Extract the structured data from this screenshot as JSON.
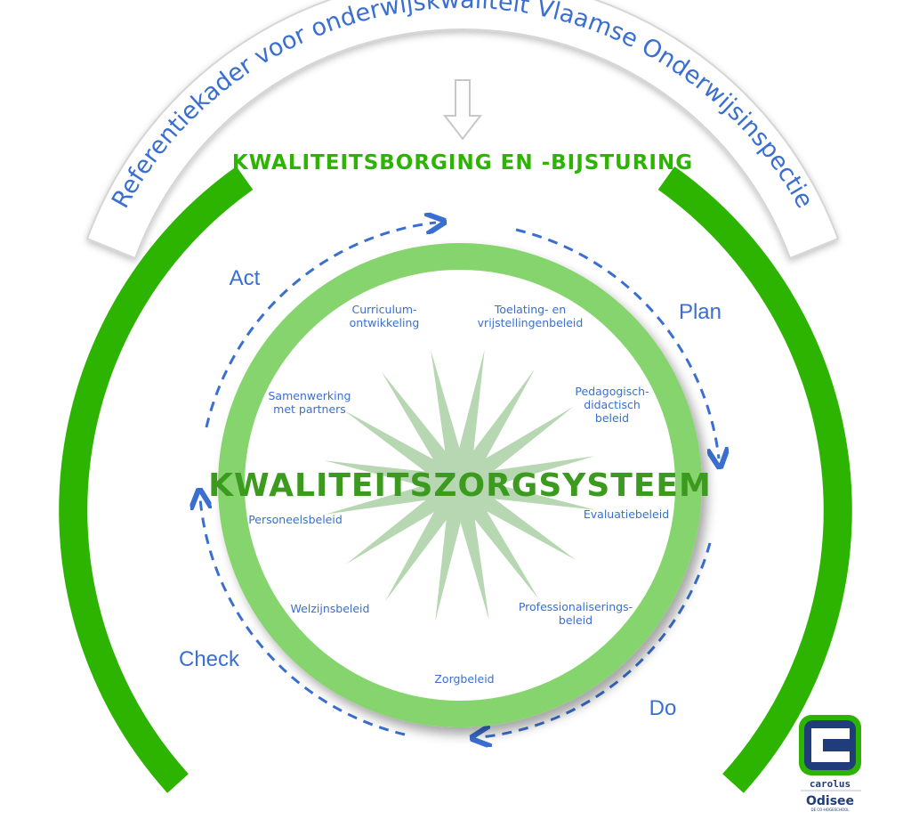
{
  "arch_text": "Referentiekader voor onderwijskwaliteit Vlaamse Onderwijsinspectie",
  "banner_title": "KWALITEITSBORGING EN -BIJSTURING",
  "center_title": "KWALITEITSZORGSYSTEEM",
  "cycle": {
    "act": "Act",
    "plan": "Plan",
    "do": "Do",
    "check": "Check"
  },
  "domains": [
    [
      "Curriculum-",
      "ontwikkeling"
    ],
    [
      "Toelating- en",
      "vrijstellingenbeleid"
    ],
    [
      "Pedagogisch-",
      "didactisch",
      "beleid"
    ],
    [
      "Evaluatiebeleid"
    ],
    [
      "Professionaliserings-",
      "beleid"
    ],
    [
      "Zorgbeleid"
    ],
    [
      "Welzijnsbeleid"
    ],
    [
      "Personeelsbeleid"
    ],
    [
      "Samenwerking",
      "met partners"
    ]
  ],
  "logo": {
    "brand": "carolus",
    "partner": "Odisee",
    "partner_sub": "DE CO-HOGESCHOOL"
  },
  "colors": {
    "dark_green": "#2db400",
    "light_green": "#86d46e",
    "star": "#b7d7b2",
    "blue_text": "#3a6fd0",
    "title_green": "#3c9a1e",
    "navy": "#1f3d7a"
  }
}
